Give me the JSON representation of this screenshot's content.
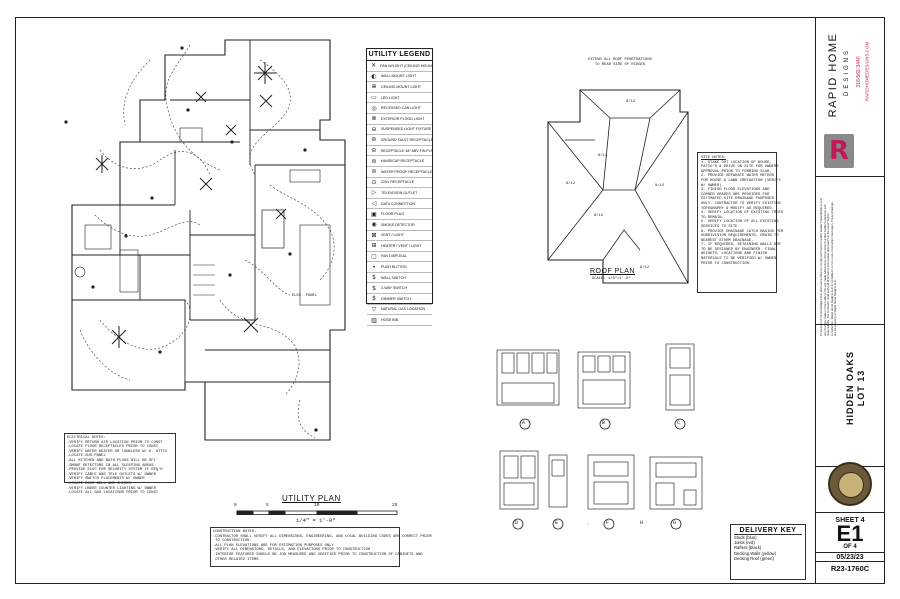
{
  "utility_plan": {
    "title": "UTILITY PLAN",
    "scale_text": "1/4\" = 1'-0\"",
    "scale_ticks": [
      "0",
      "5",
      "10",
      "25"
    ],
    "elec_panel_label": "ELEC. PANEL"
  },
  "legend": {
    "title": "UTILITY LEGEND",
    "items": [
      {
        "sym": "✕",
        "label": "FAN W/LIGHT (CEILING MOUNT)"
      },
      {
        "sym": "◐",
        "label": "WALL MOUNT LIGHT"
      },
      {
        "sym": "⊕",
        "label": "CEILING MOUNT LIGHT"
      },
      {
        "sym": "▭",
        "label": "LED LIGHT"
      },
      {
        "sym": "◎",
        "label": "RECESSED CAN LIGHT"
      },
      {
        "sym": "⊗",
        "label": "EXTERIOR FLOOD LIGHT"
      },
      {
        "sym": "⊖",
        "label": "SUSPENDED LIGHT FIXTURE"
      },
      {
        "sym": "⊜",
        "label": "GROUND FAULT RECEPTACLE"
      },
      {
        "sym": "⊝",
        "label": "RECEPTACLE 48\" ABV FIN FLR"
      },
      {
        "sym": "⊜",
        "label": "HANDICAP RECEPTACLE"
      },
      {
        "sym": "⊜",
        "label": "WATER PROOF RECEPTACLE"
      },
      {
        "sym": "⊙",
        "label": "220V RECEPTACLE"
      },
      {
        "sym": "▷",
        "label": "TELEVISION OUTLET"
      },
      {
        "sym": "◁",
        "label": "DATA CONNECTION"
      },
      {
        "sym": "▣",
        "label": "FLOOR PLUG"
      },
      {
        "sym": "◉",
        "label": "SMOKE DETECTOR"
      },
      {
        "sym": "⊠",
        "label": "VENT / LIGHT"
      },
      {
        "sym": "⊞",
        "label": "HEATER / VENT / LIGHT"
      },
      {
        "sym": "▢",
        "label": "FAN DISPOSAL"
      },
      {
        "sym": "•",
        "label": "PUSH BUTTON"
      },
      {
        "sym": "$",
        "label": "WALL SWITCH"
      },
      {
        "sym": "$",
        "label": "3-WAY SWITCH"
      },
      {
        "sym": "$",
        "label": "DIMMER SWITCH"
      },
      {
        "sym": "▽",
        "label": "NATURAL GAS LOCATION"
      },
      {
        "sym": "▥",
        "label": "HOSE BIB"
      }
    ]
  },
  "electrical_notes": {
    "title": "ELECTRICAL NOTES:",
    "lines": [
      "-VERIFY RETURN AIR LOCATION PRIOR TO CONST",
      "-LOCATE FLOOR RECEPTACLES PRIOR TO CONST",
      "-VERIFY WATER HEATER OR TANKLESS W/ H. ATTIC",
      "-LOCATE GUS PANEL",
      "-ALL KITCHEN AND BATH PLUGS WILL BE GFI",
      "-SMOKE DETECTORS IN ALL SLEEPING AREAS",
      "-PROVIDE ELEC FOR SECURITY SYSTEM IF REQ'D",
      "-VERIFY CABLE AND TELE OUTLETS W/ OWNER",
      "-VERIFY SWITCH PLACEMENTS W/ OWNER",
      "-LOCATE DOOR BELL AND CHIMES",
      "-VERIFY UNDER COUNTER LIGHTING W/ OWNER",
      "-LOCATE ALL GAS LOCATIONS PRIOR TO CONST"
    ]
  },
  "construction_notes": {
    "title": "CONSTRUCTION NOTES:",
    "lines": [
      "-CONTRACTOR SHALL VERIFY ALL DIMENSIONS, ENGINEERING, AND LOCAL BUILDING CODES ARE CORRECT PRIOR",
      " TO CONSTRUCTION.",
      "-ALL PLAN ELEVATIONS ARE FOR ESTIMATION PURPOSES ONLY",
      "-VERIFY ALL DIMENSIONS, DETAILS, AND ELEVATIONS PRIOR TO CONSTRUCTION",
      "-INTERIOR FEATURES SHOULD BE JOB MEASURED AND VERIFIED PRIOR TO CONSTRUCTION OF CABINETS AND",
      " OTHER RELATED ITEMS"
    ]
  },
  "roof_plan": {
    "title": "ROOF PLAN",
    "scale": "SCALE: 1/8\"=1'-0\"",
    "note": "EXTEND ALL ROOF PENETRATIONS\nTO REAR SIDE OF RIDGES",
    "pitch": "8/12"
  },
  "site_notes": {
    "title": "SITE NOTES:",
    "lines": [
      "1. STAKE OUT LOCATION OF HOUSE,",
      "PATIO'S & DRIVE ON SITE FOR OWNERS",
      "APPROVAL PRIOR TO FORMING SLAB.",
      "2. PROVIDE SEPARATE WATER METERS",
      "FOR HOUSE & LAWN IRRIGATION (VERIFY",
      "W/ OWNER).",
      "3. FINISH FLOOR ELEVATIONS AND",
      "CORNER GRADES ARE PROVIDED FOR",
      "ESTIMATED SITE DRAINAGE PURPOSES",
      "ONLY. CONTRACTOR TO VERIFY EXISTING",
      "TOPOGRAPHY & MODIFY AS REQUIRED.",
      "4. VERIFY LOCATION OF EXISTING TREES",
      "TO REMAIN.",
      "5. VERIFY LOCATION OF ALL EXISTING",
      "SERVICES TO SITE.",
      "6. PROVIDE DRAINAGE CATCH BASINS PER",
      "SUBDIVISION REQUIREMENTS, DRAIN TO",
      "NEAREST STORM DRAINAGE.",
      "7. IF REQUIRED, RETAINING WALLS ARE",
      "TO BE DESIGNED BY ENGINEER. FINAL",
      "HEIGHTS, LOCATIONS AND FINISH",
      "MATERIALS TO BE VERIFIED W/ OWNER",
      "PRIOR TO CONSTRUCTION."
    ]
  },
  "elevations": {
    "markers_top": [
      "A",
      "B",
      "C"
    ],
    "markers_bottom": [
      "D",
      "E",
      "F",
      "G",
      "H"
    ]
  },
  "delivery_key": {
    "title": "DELIVERY KEY",
    "items": [
      "Studs (blue)",
      "Joists (red)",
      "Rafters (black)",
      "Decking Walls (yellow)",
      "Decking Roof (green)"
    ]
  },
  "title_block": {
    "company_name": "RAPID HOME",
    "company_sub": "DESIGNS",
    "phone": "318-562-3440",
    "website": "RAPIDHOMEDESIGNS.COM",
    "logo_letter": "R",
    "project_name": "HIDDEN OAKS",
    "lot": "LOT 13",
    "seal_text": "RESIDENTIAL DESIGNERS",
    "sheet_label": "SHEET 4",
    "sheet_number": "E1",
    "of_label": "OF 4",
    "date": "05/23/23",
    "project_code": "R23-1760C",
    "disclaimer": "To the best of my knowledge these plans were drawn to comply with owner's and/or builder's specifications and any changes made on them after prints are made will be done at the owner's and/or builder's expense and responsibility. The contractor shall verify all dimensions and receive approval from the owner before construction. Rapid Home Designs LLC is not liable for errors once construction has begun. These drawings are the property of Rapid Home Designs LLC."
  },
  "colors": {
    "line": "#222222",
    "brand_pink": "#c2185b",
    "logo_bg": "#8a8a8a"
  }
}
